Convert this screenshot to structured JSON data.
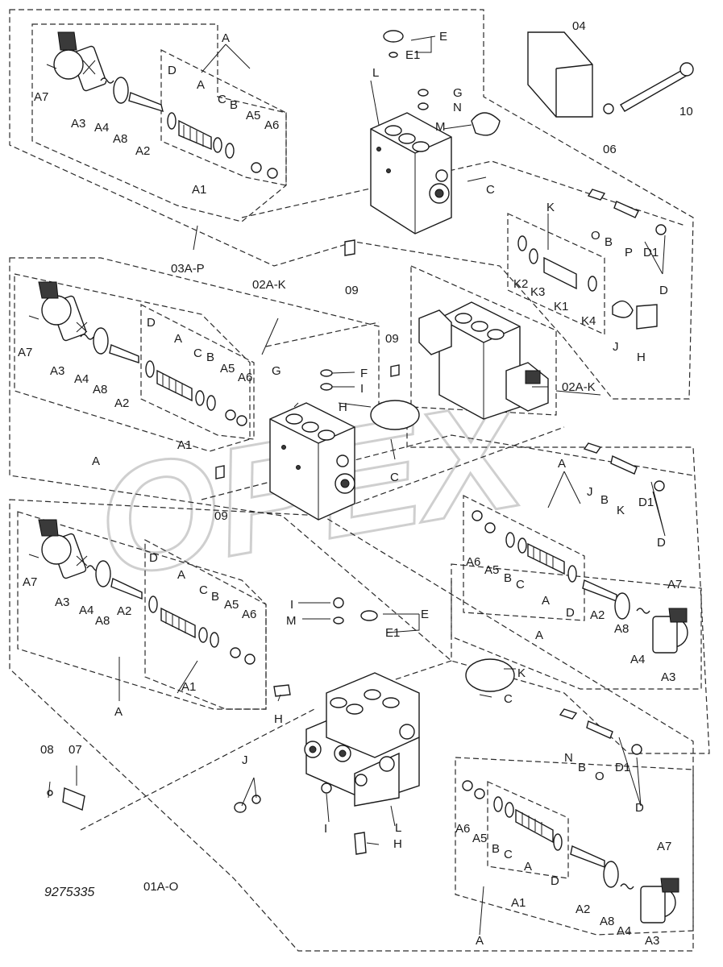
{
  "diagram": {
    "reference_number": "9275335",
    "assemblies": {
      "top": "03A-P",
      "middle": "02A-K",
      "middle_side": "02A-K",
      "bottom": "01A-O"
    },
    "watermark": "OPEX",
    "labels": {
      "A": "A",
      "A1": "A1",
      "A2": "A2",
      "A3": "A3",
      "A4": "A4",
      "A5": "A5",
      "A6": "A6",
      "A7": "A7",
      "A8": "A8",
      "B": "B",
      "C": "C",
      "D": "D",
      "D1": "D1",
      "E": "E",
      "E1": "E1",
      "F": "F",
      "G": "G",
      "H": "H",
      "I": "I",
      "J": "J",
      "K": "K",
      "K1": "K1",
      "K2": "K2",
      "K3": "K3",
      "K4": "K4",
      "L": "L",
      "M": "M",
      "N": "N",
      "O": "O",
      "P": "P",
      "p04": "04",
      "p06": "06",
      "p07": "07",
      "p08": "08",
      "p09": "09",
      "p10": "10"
    }
  }
}
